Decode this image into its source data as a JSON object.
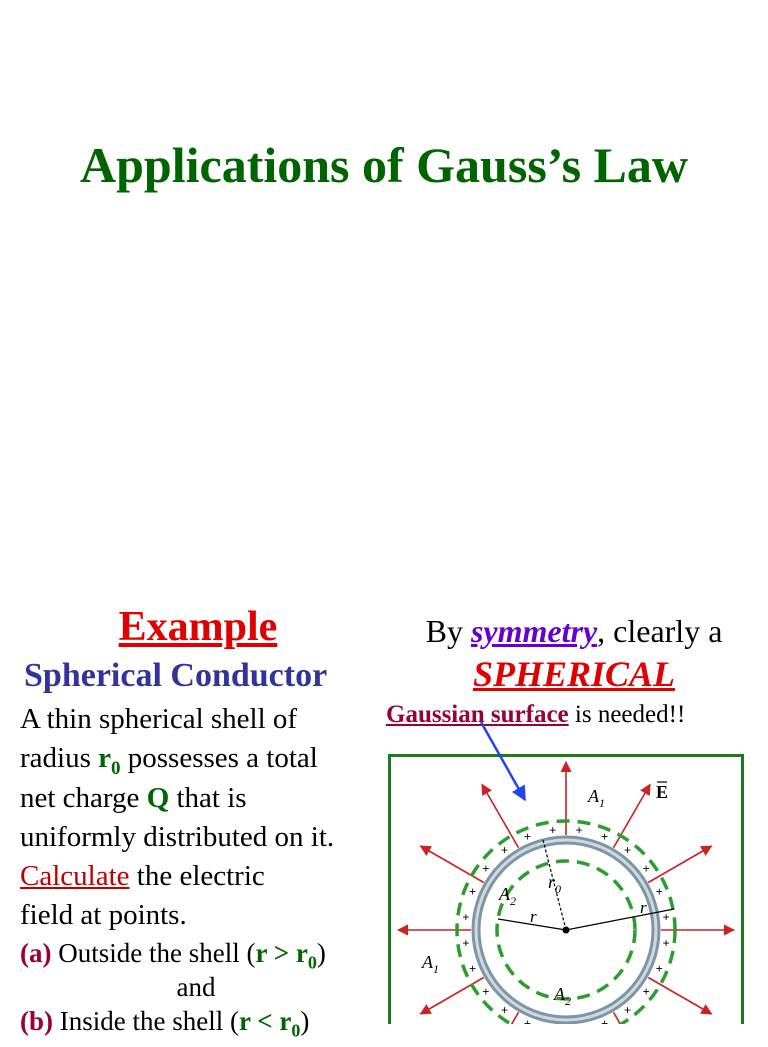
{
  "title": "Applications of Gauss’s Law",
  "left": {
    "example": "Example",
    "subtitle": "Spherical Conductor",
    "para": {
      "l1": "A thin spherical shell of",
      "l2_a": "radius ",
      "l2_r": "r",
      "l2_sub": "0",
      "l2_b": " possesses a total",
      "l3_a": "net charge ",
      "l3_q": "Q",
      "l3_b": " that is",
      "l4": "uniformly distributed on it.",
      "l5_calc": "Calculate",
      "l5_b": " the electric",
      "l6": "field at points."
    },
    "items": {
      "a_label": "(a)",
      "a_text": " Outside the shell (",
      "a_cond": "r > r",
      "a_sub": "0",
      "a_close": ")",
      "and": "and",
      "b_label": "(b)",
      "b_text": " Inside the shell (",
      "b_cond": "r < r",
      "b_sub": "0",
      "b_close": ")"
    }
  },
  "right": {
    "by": "By ",
    "symmetry": "symmetry",
    "clearly": ", clearly a",
    "spherical": "SPHERICAL",
    "gaussian_surface": "Gaussian surface",
    "is_needed": " is needed!!"
  },
  "figure": {
    "label_A1": "A",
    "label_A2": "A",
    "sub_1": "1",
    "sub_2": "2",
    "label_E": "E",
    "label_r": "r",
    "label_r0": "r",
    "sub_0": "0",
    "plus": "+"
  },
  "colors": {
    "title_green": "#006400",
    "example_red": "#e00000",
    "subtitle_blue": "#333399",
    "maroon": "#990033",
    "purple": "#6600cc",
    "dash_green": "#2e9c2e",
    "arrow_red": "#cc2222",
    "shell_gray": "#8ea2b0",
    "pointer_blue": "#2244ee"
  }
}
